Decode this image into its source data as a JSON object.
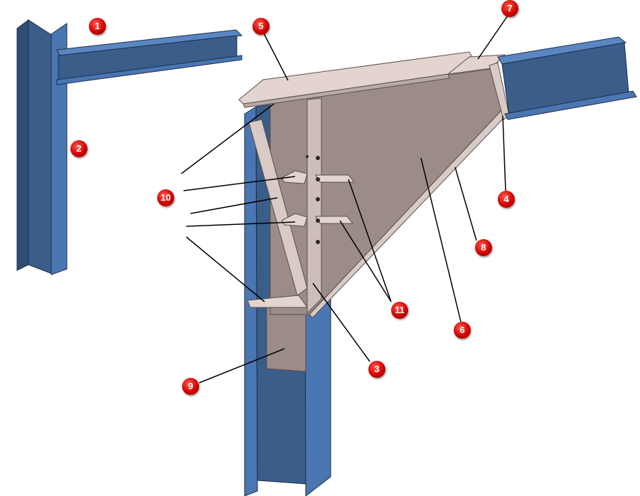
{
  "callouts": {
    "c1": "1",
    "c2": "2",
    "c3": "3",
    "c4": "4",
    "c5": "5",
    "c6": "6",
    "c7": "7",
    "c8": "8",
    "c9": "9",
    "c10": "10",
    "c11": "11"
  },
  "colors": {
    "steel_dark": "#3a5d8a",
    "steel_light": "#4a76b2",
    "plate": "#9b8c87",
    "plate_light": "#e3d4cf",
    "callout": "#d10000"
  }
}
